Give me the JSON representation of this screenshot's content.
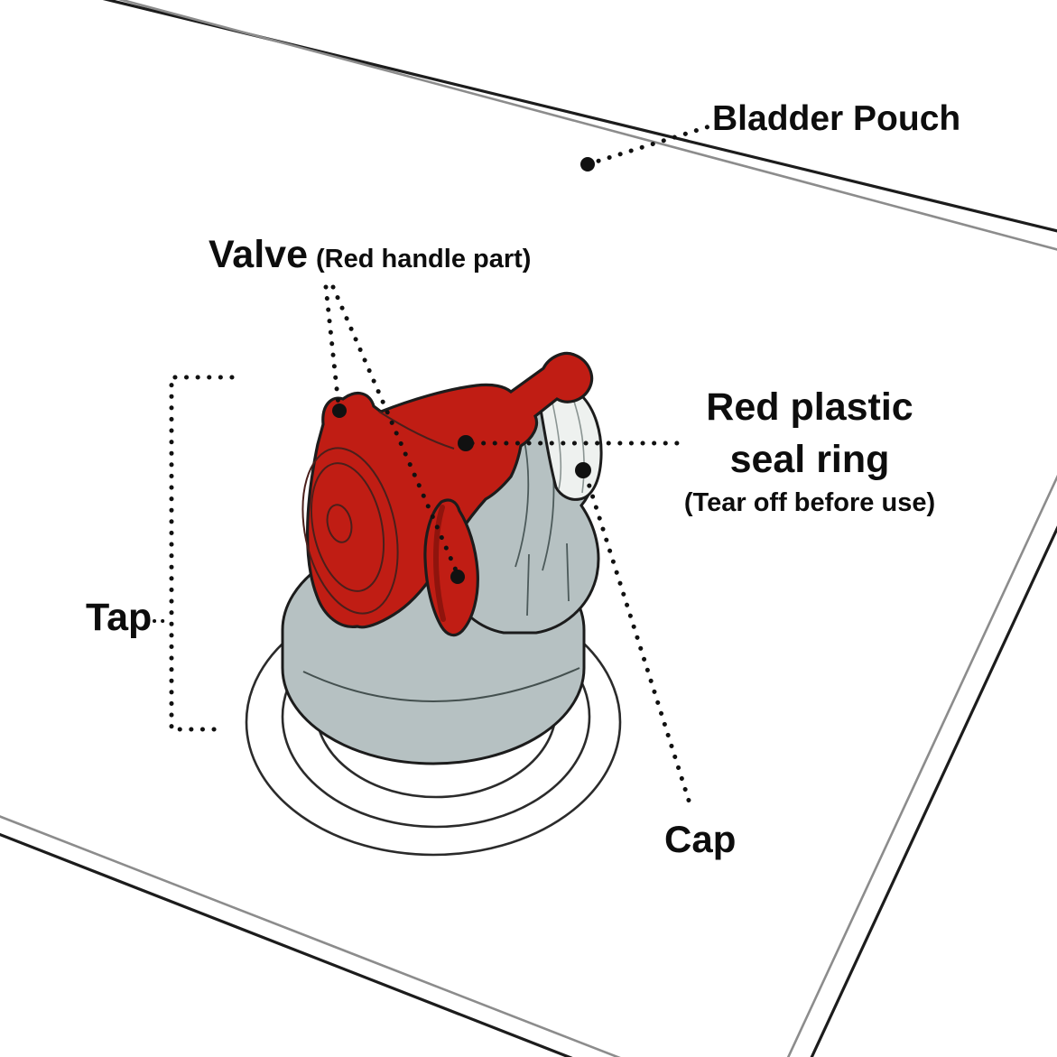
{
  "diagram": {
    "type": "product-parts-diagram",
    "subject": "Water bladder pouch tap with labelled parts",
    "background": "#ffffff",
    "colors": {
      "valve_red": "#c01d14",
      "valve_red_dark": "#8f140d",
      "cap_gray": "#b6c1c2",
      "seal_white": "#eef1ef",
      "outline": "#1c1c1c",
      "pouch_inner": "#8c8c8c",
      "label": "#0d0d0d"
    },
    "labels": {
      "bladder_pouch": "Bladder Pouch",
      "valve": "Valve",
      "valve_note": "(Red handle part)",
      "seal_line1": "Red plastic",
      "seal_line2": "seal ring",
      "seal_note": "(Tear off before use)",
      "tap": "Tap",
      "cap": "Cap"
    }
  }
}
